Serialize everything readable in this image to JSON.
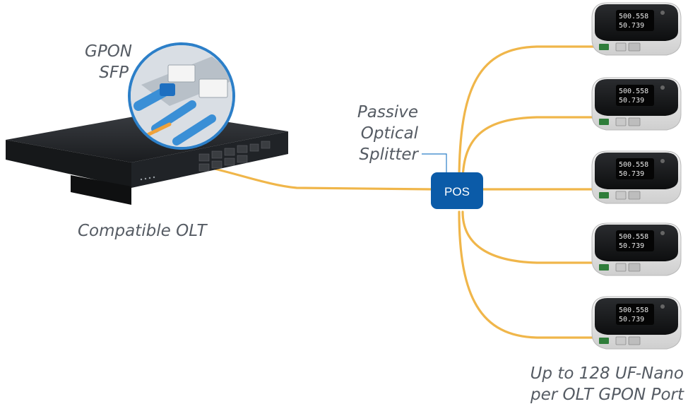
{
  "labels": {
    "gpon_sfp": "GPON\nSFP",
    "splitter": "Passive\nOptical\nSplitter",
    "olt": "Compatible OLT",
    "onu_caption": "Up to 128 UF-Nano\nper OLT GPON Port"
  },
  "pos_box": {
    "label": "POS"
  },
  "onu_display": {
    "line1": "500.558",
    "line2": "50.739"
  },
  "colors": {
    "fiber": "#f0b64a",
    "pos_box": "#0b5ba8",
    "pos_text": "#ffffff",
    "label_text": "#555b63",
    "olt_body": "#1c1e21",
    "onu_top": "#121314",
    "onu_base": "#e6e6e6",
    "sfp_fiber": "#3a8fd6",
    "callout_border": "#2c7fc8"
  },
  "icons": [
    "olt-device",
    "gpon-sfp-callout",
    "uf-nano-device"
  ]
}
